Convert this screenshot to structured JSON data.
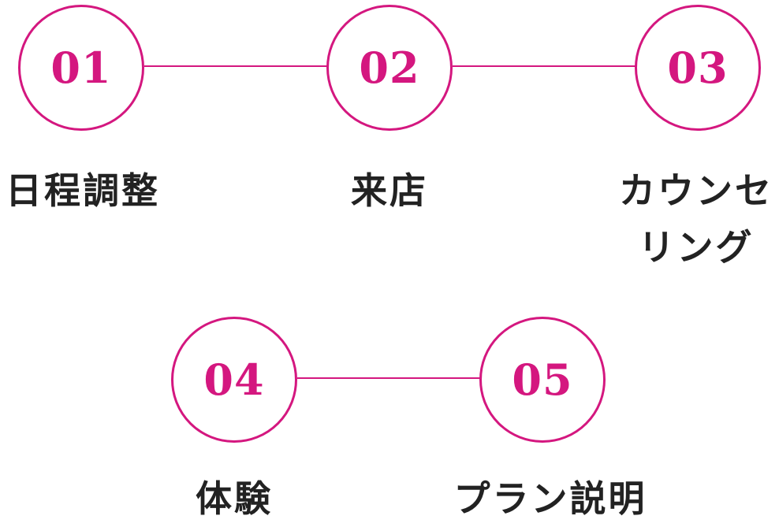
{
  "colors": {
    "accent": "#d4177f",
    "text": "#222222",
    "background": "#ffffff"
  },
  "steps": [
    {
      "number": "01",
      "label": "日程調整"
    },
    {
      "number": "02",
      "label": "来店"
    },
    {
      "number": "03",
      "label_line1": "カウンセ",
      "label_line2": "リング"
    },
    {
      "number": "04",
      "label": "体験"
    },
    {
      "number": "05",
      "label": "プラン説明"
    }
  ]
}
